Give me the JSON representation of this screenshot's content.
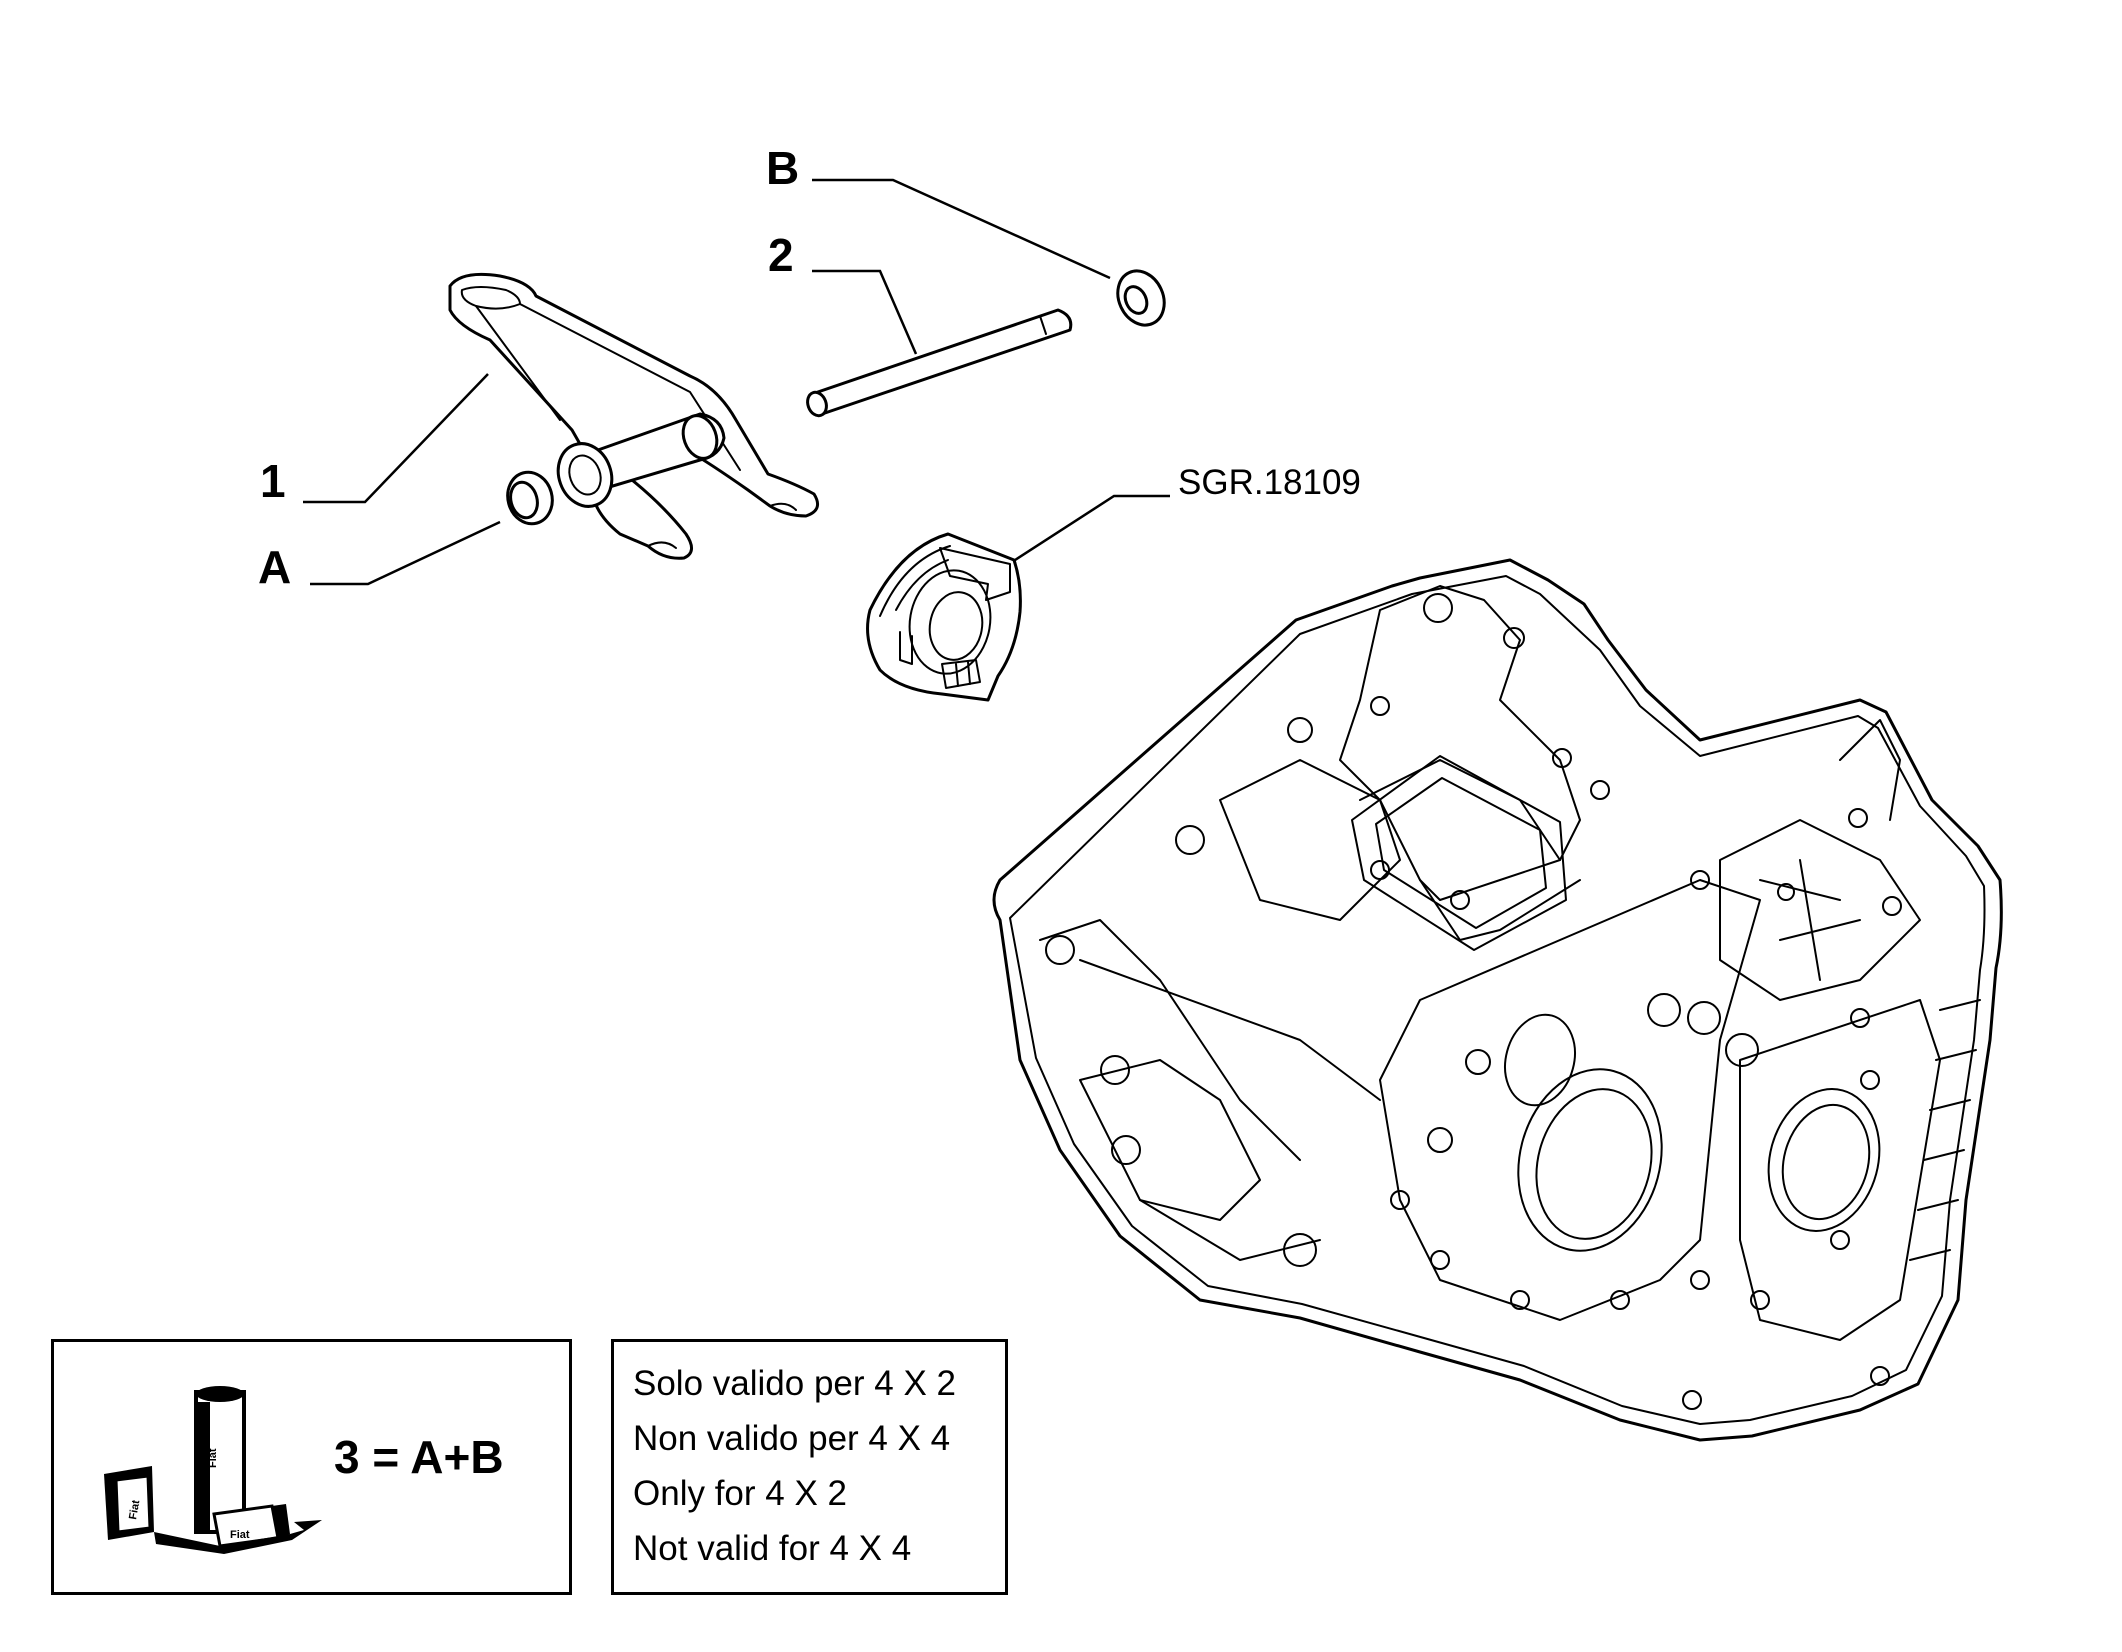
{
  "callouts": {
    "part_1": "1",
    "part_2": "2",
    "part_a": "A",
    "part_b": "B",
    "reference": "SGR.18109"
  },
  "kit": {
    "formula": "3 = A+B",
    "icon": "fiat-lubricant-kit-icon",
    "icon_brand_text": "Fiat"
  },
  "validity": {
    "lines": [
      "Solo valido per 4 X 2",
      "Non valido per 4 X 4",
      "Only for 4 X 2",
      "Not valid for 4 X 4"
    ]
  }
}
